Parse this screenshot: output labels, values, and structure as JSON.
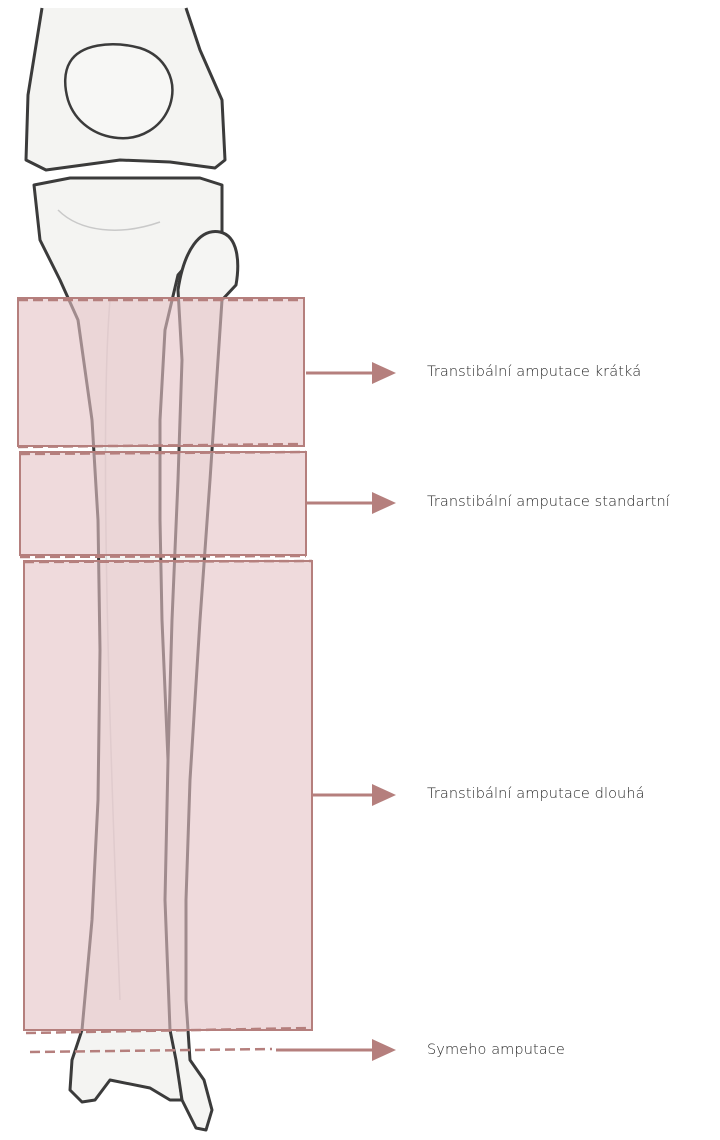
{
  "labels": {
    "short": "Transtibální amputace krátká",
    "standard": "Transtibální amputace standartní",
    "long": "Transtibální amputace dlouhá",
    "syme": "Symeho amputace"
  },
  "colors": {
    "zone_fill": "#e4c2c5",
    "zone_edge": "#b57f7d",
    "arrow": "#b57f7d",
    "bone_fill": "#f4f4f2",
    "bone_outline": "#3b3b3b"
  }
}
